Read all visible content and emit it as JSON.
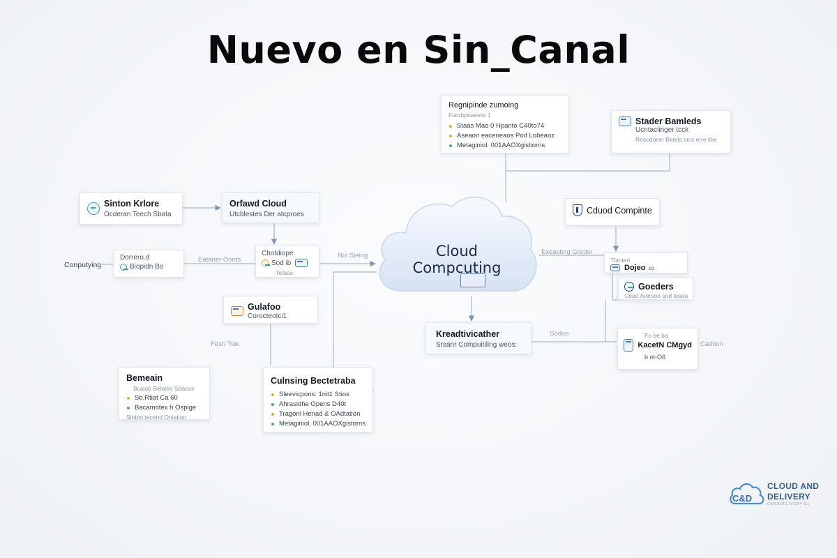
{
  "title": "Nuevo en Sin_Canal",
  "cloud": {
    "line1": "Cloud",
    "line2": "Compcuting"
  },
  "side_label": "Conputying",
  "boxes": {
    "b1": {
      "title": "Regnipinde zumoing",
      "sub": "Fiarrhpoaestiv 1",
      "items": [
        "Staas Mao 0 Hpanto C40to74",
        "Aseaon eaceneaos Pod Lobeaoz",
        "Metaginiol. 001AAOXgistiorns"
      ]
    },
    "b2": {
      "title": "Stader Bamleds",
      "sub": "Ucntaciinger tcck",
      "sub2": "Reocdocer Beleis lacs erre liter"
    },
    "b3": {
      "title": "Sinton Krlore",
      "sub": "Ocderan Teech Sbata"
    },
    "b4": {
      "title": "Orfawd Cloud",
      "sub": "Utcblestes Der atcproes"
    },
    "b5": {
      "title": "Cduod Compinte"
    },
    "b6": {
      "title": "Dorrero.d",
      "sub": "Biopidn Bo"
    },
    "b7": {
      "title": "Chotdiope",
      "sub": "Sod ib",
      "sub2": "Tetaas"
    },
    "b8": {
      "title": "Dojeo",
      "sub": "Tlanten",
      "sub2": "co"
    },
    "b9": {
      "title": "Goeders",
      "sub": "Cbuo Arersoo snd tceaa"
    },
    "b10": {
      "title": "Gulafoo",
      "sub": "Corocteotci1"
    },
    "b11": {
      "title": "Kreadtivicather",
      "sub": "Srsanr Compuitiling weos:"
    },
    "b12": {
      "title": "KacetN CMgyd",
      "sub": "Fo be ba",
      "sub2": "b ot-O8"
    },
    "b13": {
      "title": "Bemeain",
      "sub": "Bcaiob Belaien Sdaoss",
      "items": [
        "Sb.Rtiat Ca 60",
        "Bacamotex h Ospige"
      ],
      "sub2": "Sinbto tecend Oniation"
    },
    "b14": {
      "title": "Culnsing Bectetraba",
      "items": [
        "Sleevicpons: 1nit1 Stios",
        "Ahrasidhe Opens D40t",
        "Tragonl Henad & OAdtation",
        "Metaginiol. 001AAOXgistorns"
      ]
    }
  },
  "labels": {
    "l1": "Eataner Oonts",
    "l2": "Noi Sieing",
    "l3": "Exeasting Greder",
    "l4": "Fesh Tiok",
    "l5": "Sodoo",
    "l6": "Cadtion"
  },
  "logo": {
    "line1": "CLOUD AND",
    "line2": "DELIVERY",
    "line3": "CANDDELIVERY EL",
    "mark": "C&D"
  },
  "colors": {
    "accent": "#4a78c0",
    "bullet_orange": "#e7a93a",
    "bullet_green": "#4cab6a",
    "logo": "#3a5e86"
  }
}
